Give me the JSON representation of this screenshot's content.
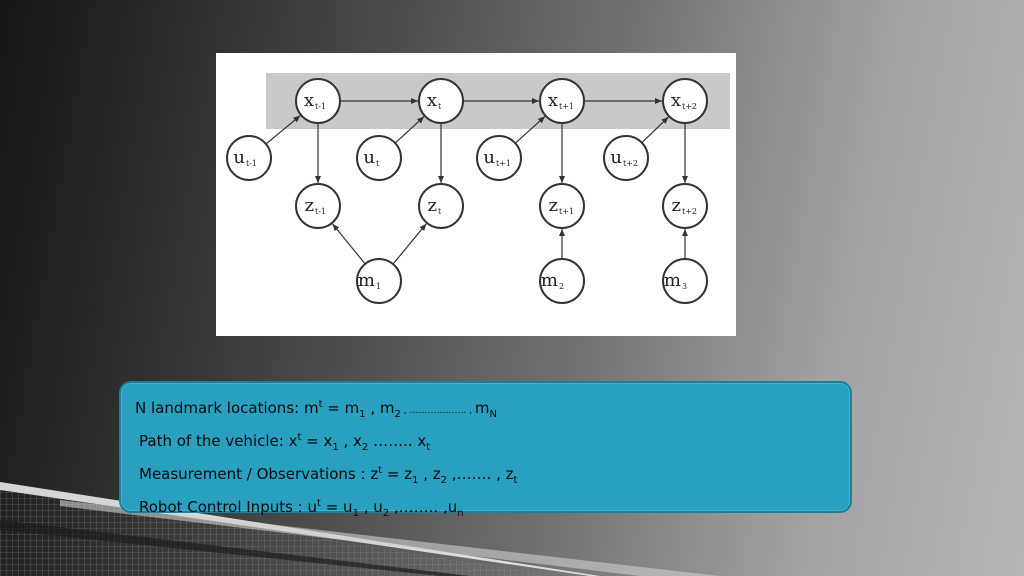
{
  "diagram": {
    "nodes": [
      {
        "id": "x_tm1",
        "base": "x",
        "sub": "t-1"
      },
      {
        "id": "x_t",
        "base": "x",
        "sub": "t"
      },
      {
        "id": "x_tp1",
        "base": "x",
        "sub": "t+1"
      },
      {
        "id": "x_tp2",
        "base": "x",
        "sub": "t+2"
      },
      {
        "id": "u_tm1",
        "base": "u",
        "sub": "t-1"
      },
      {
        "id": "u_t",
        "base": "u",
        "sub": "t"
      },
      {
        "id": "u_tp1",
        "base": "u",
        "sub": "t+1"
      },
      {
        "id": "u_tp2",
        "base": "u",
        "sub": "t+2"
      },
      {
        "id": "z_tm1",
        "base": "z",
        "sub": "t-1"
      },
      {
        "id": "z_t",
        "base": "z",
        "sub": "t"
      },
      {
        "id": "z_tp1",
        "base": "z",
        "sub": "t+1"
      },
      {
        "id": "z_tp2",
        "base": "z",
        "sub": "t+2"
      },
      {
        "id": "m_1",
        "base": "m",
        "sub": "1"
      },
      {
        "id": "m_2",
        "base": "m",
        "sub": "2"
      },
      {
        "id": "m_3",
        "base": "m",
        "sub": "3"
      }
    ],
    "edges": [
      [
        "x_tm1",
        "x_t"
      ],
      [
        "x_t",
        "x_tp1"
      ],
      [
        "x_tp1",
        "x_tp2"
      ],
      [
        "u_tm1",
        "x_tm1"
      ],
      [
        "u_t",
        "x_t"
      ],
      [
        "u_tp1",
        "x_tp1"
      ],
      [
        "u_tp2",
        "x_tp2"
      ],
      [
        "x_tm1",
        "z_tm1"
      ],
      [
        "x_t",
        "z_t"
      ],
      [
        "x_tp1",
        "z_tp1"
      ],
      [
        "x_tp2",
        "z_tp2"
      ],
      [
        "m_1",
        "z_tm1"
      ],
      [
        "m_1",
        "z_t"
      ],
      [
        "m_2",
        "z_tp1"
      ],
      [
        "m_3",
        "z_tp2"
      ]
    ]
  },
  "info": {
    "line1": {
      "label": "N landmark locations: m",
      "sup": "t",
      "eq": " = m",
      "s1": "1",
      "mid": " , m",
      "s2": "2",
      "dots": " , ………………. , ",
      "tail": "m",
      "sN": "N"
    },
    "line2": {
      "label": "Path of the vehicle: x",
      "sup": "t",
      "eq": " = x",
      "s1": "1",
      "mid": " , x",
      "s2": "2",
      "dots": " …….. x",
      "sT": "t"
    },
    "line3": {
      "label": "Measurement / Observations : z",
      "sup": "t",
      "eq": " = z",
      "s1": "1",
      "mid": " , z",
      "s2": "2",
      "dots": " ,……. , z",
      "sT": "t"
    },
    "line4": {
      "label": "Robot Control Inputs : u",
      "sup": "t",
      "eq": " = u",
      "s1": "1",
      "mid": " , u",
      "s2": "2",
      "dots": " ,…….. ,u",
      "sN": "n"
    }
  }
}
